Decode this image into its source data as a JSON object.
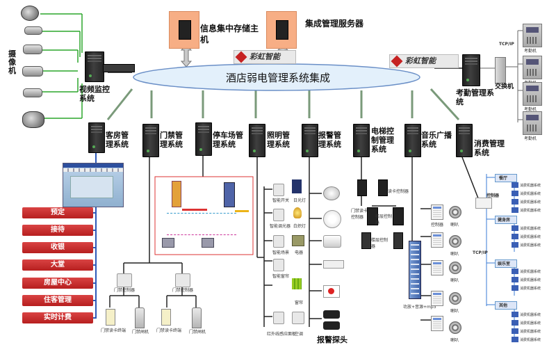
{
  "title": "酒店弱电管理系统集成",
  "top_servers": {
    "storage": "信息集中存储主机",
    "management": "集成管理服务器"
  },
  "logos": {
    "left": "彩虹智能",
    "right": "彩虹智能"
  },
  "left_system": {
    "camera_label": "摄像机",
    "system": "视频监控系统"
  },
  "right_system": {
    "protocol": "TCP/IP",
    "switch": "交换机",
    "system": "考勤管理系统",
    "devices": [
      "考勤机",
      "考勤机",
      "考勤机",
      "考勤机"
    ]
  },
  "subsystems": [
    {
      "label": "客房管理系统"
    },
    {
      "label": "门禁管理系统"
    },
    {
      "label": "停车场管理系统"
    },
    {
      "label": "照明管理系统"
    },
    {
      "label": "报警管理系统"
    },
    {
      "label": "电梯控制管理系统"
    },
    {
      "label": "音乐广播系统"
    },
    {
      "label": "消费管理系统"
    }
  ],
  "room_menu": [
    "预定",
    "接待",
    "收银",
    "大堂",
    "房屋中心",
    "住客管理",
    "实时计费"
  ],
  "door": {
    "controllers": [
      "门禁控制器",
      "门禁控制器"
    ],
    "readers": [
      "门禁读卡终端",
      "门禁闸机",
      "门禁读卡终端",
      "门禁闸机"
    ]
  },
  "lighting": {
    "labels": [
      "智能开关",
      "日光灯",
      "智能调光器",
      "白炽灯",
      "智能场景",
      "电器",
      "智能窗帘",
      "窗帘",
      "红外线感应面板",
      "空调"
    ]
  },
  "alarm": {
    "probe": "报警探头"
  },
  "elevator": {
    "labels": [
      "门禁读卡控制器",
      "楼层控制器",
      "楼层控制器",
      "读卡控制器"
    ]
  },
  "music": {
    "controller": "控制器",
    "speaker": "喇叭",
    "rack": "功放+音源+mp3"
  },
  "consumption": {
    "controller": "控制器",
    "protocol": "TCP/IP",
    "groups": [
      "餐厅",
      "健身房",
      "娱乐室",
      "其他"
    ],
    "device_label": "消费机器系统"
  }
}
